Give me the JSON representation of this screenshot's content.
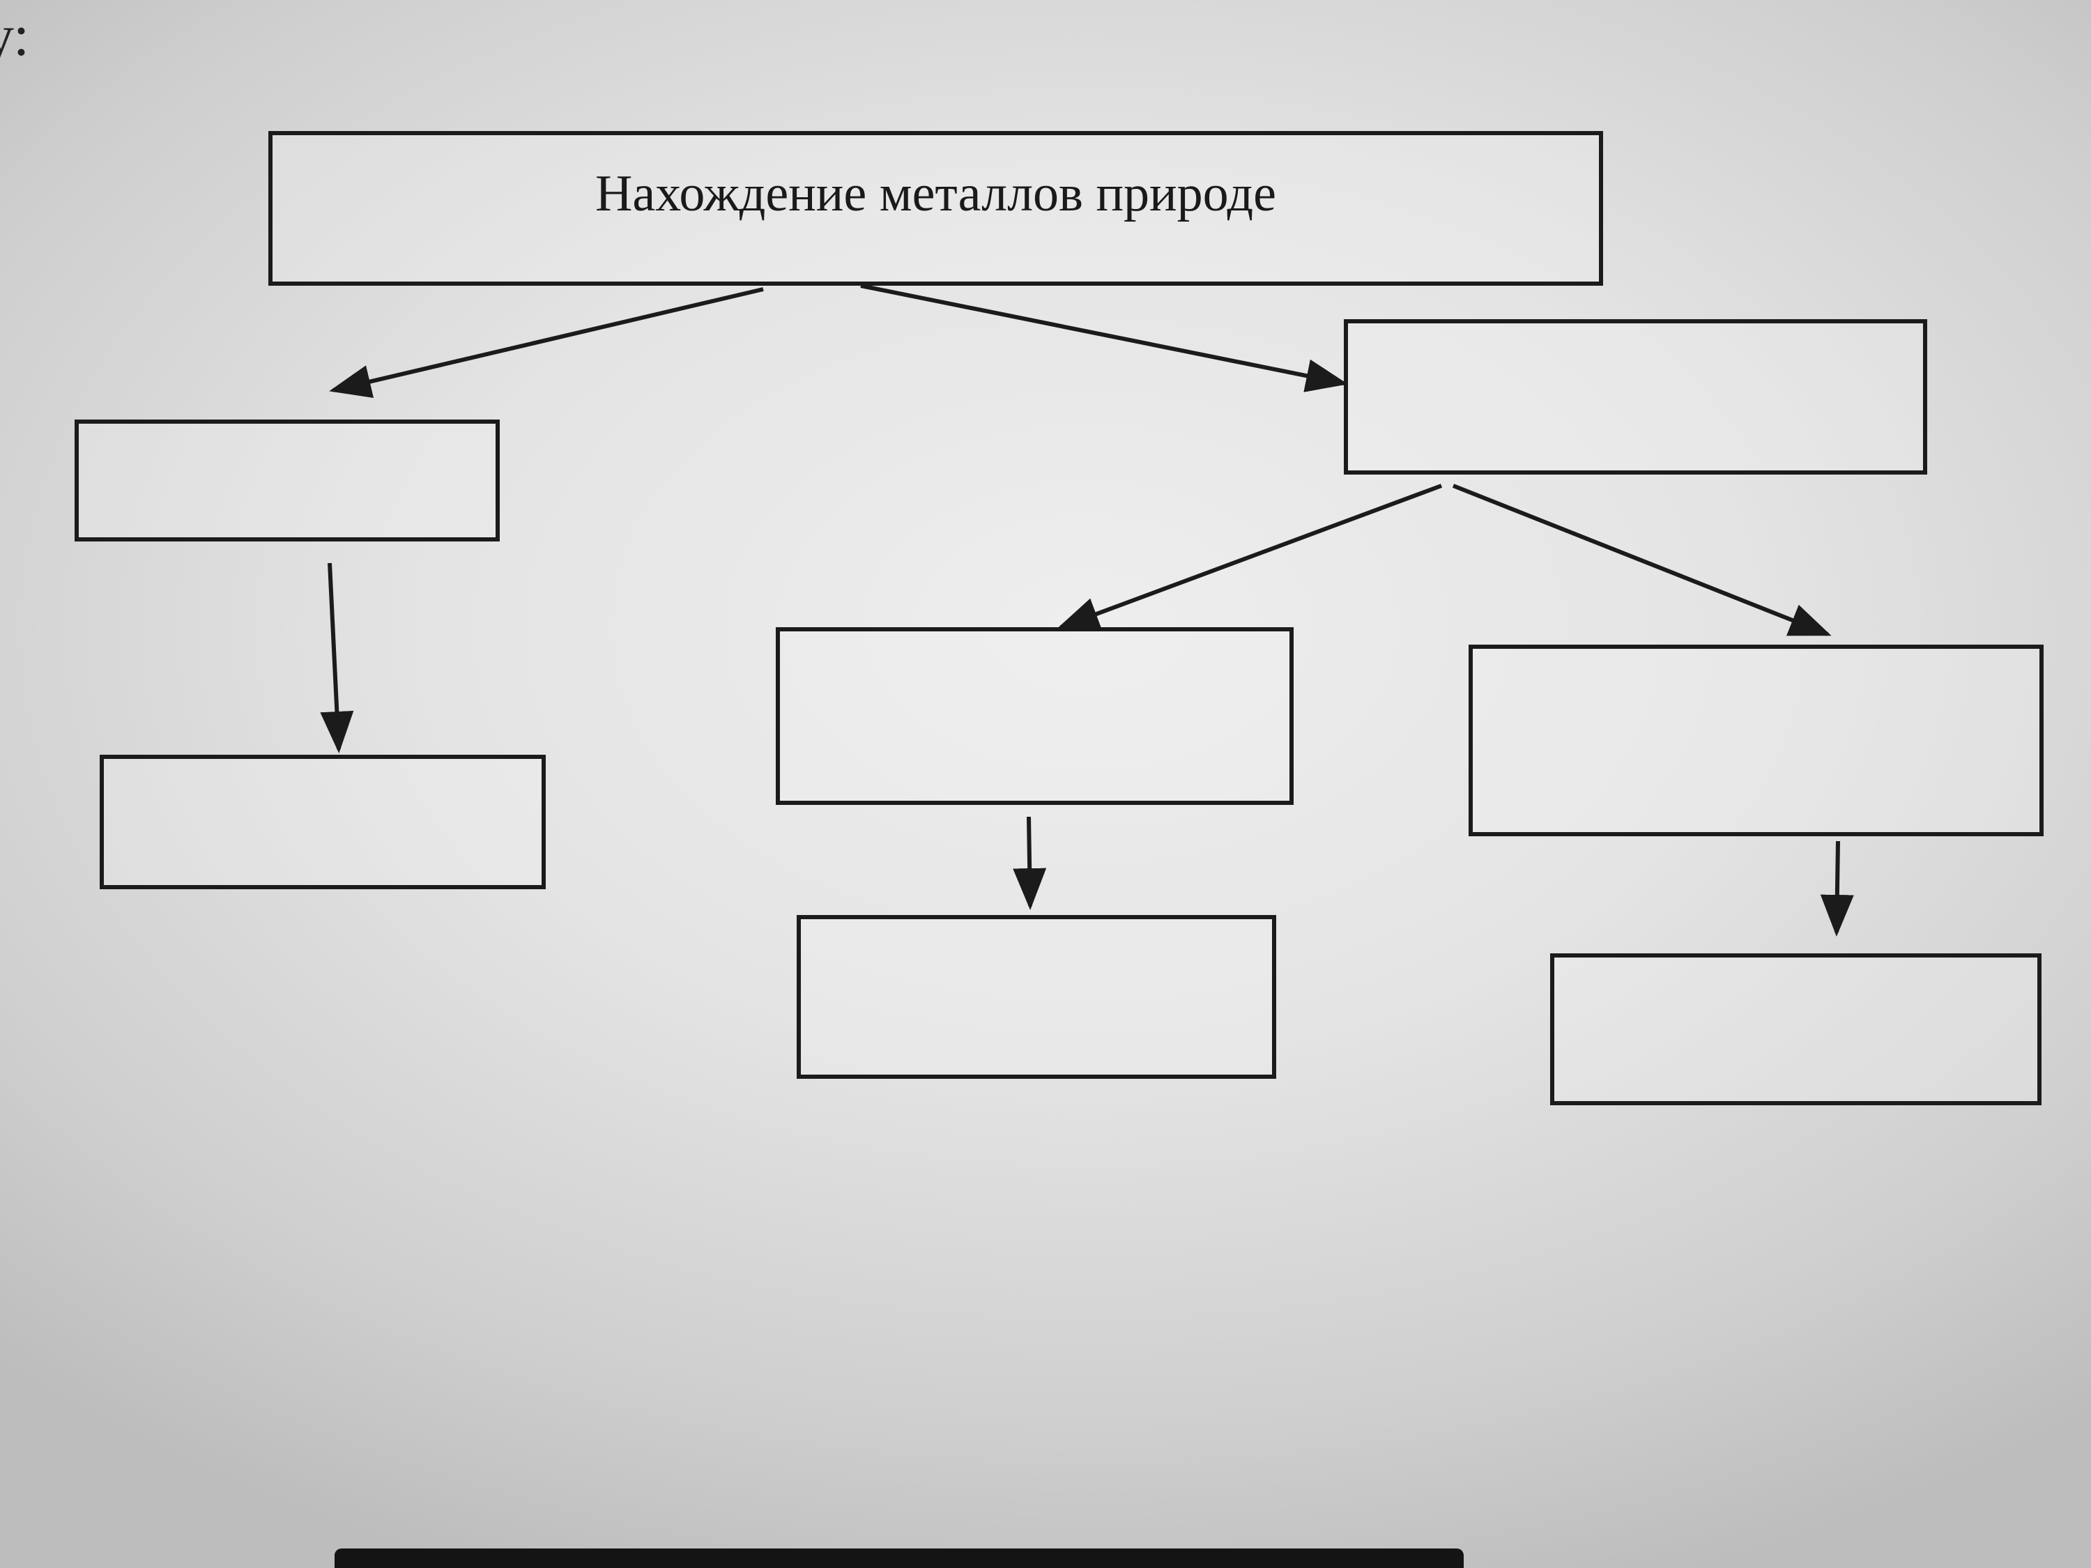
{
  "header": {
    "corner_text": "у:"
  },
  "diagram": {
    "root": {
      "label": "Нахождение металлов природе"
    },
    "nodes": [
      {
        "id": "left-branch",
        "label": ""
      },
      {
        "id": "left-branch-result",
        "label": ""
      },
      {
        "id": "right-branch",
        "label": ""
      },
      {
        "id": "right-sub-left",
        "label": ""
      },
      {
        "id": "right-sub-left-result",
        "label": ""
      },
      {
        "id": "right-sub-right",
        "label": ""
      },
      {
        "id": "right-sub-right-result",
        "label": ""
      }
    ]
  },
  "colors": {
    "stroke": "#1b1b1b",
    "background": "#e4e4e4"
  }
}
